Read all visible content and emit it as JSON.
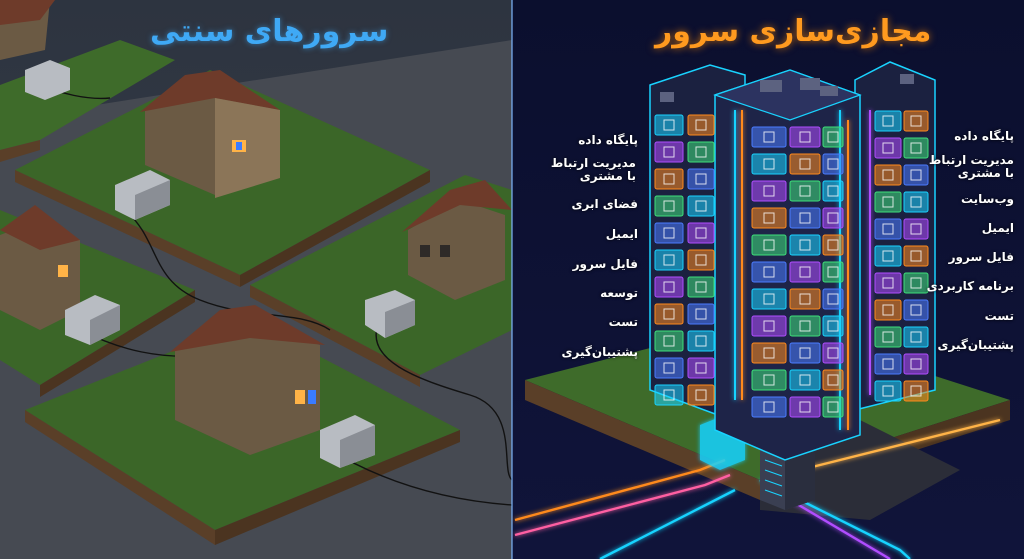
{
  "left_panel": {
    "title": "سرورهای سنتی"
  },
  "right_panel": {
    "title": "مجازی‌سازی سرور",
    "left_labels": [
      "پایگاه داده",
      "مدیریت ارتباط با مشتری",
      "فضای ابری",
      "ایمیل",
      "فایل سرور",
      "توسعه",
      "تست",
      "پشتیبان‌گیری"
    ],
    "right_labels": [
      "پایگاه داده",
      "مدیریت ارتباط با مشتری",
      "وب‌سایت",
      "ایمیل",
      "فایل سرور",
      "برنامه کاربردی",
      "تست",
      "پشتیبان‌گیری"
    ]
  },
  "colors": {
    "left_title": "#3fa9f5",
    "right_title": "#ff9a1f",
    "grass": "#3e6b2a",
    "road": "#4a4e58",
    "neon_cyan": "#19d3ff",
    "neon_purple": "#b04dff",
    "neon_orange": "#ff8a1c"
  }
}
